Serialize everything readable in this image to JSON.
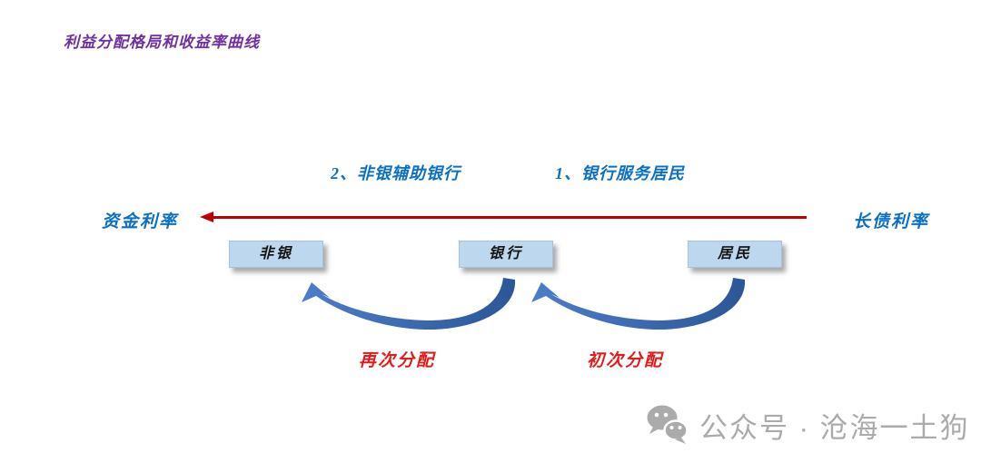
{
  "title": "利益分配格局和收益率曲线",
  "diagram": {
    "step_labels": [
      {
        "order": "2",
        "label": "2、非银辅助银行"
      },
      {
        "order": "1",
        "label": "1、银行服务居民"
      }
    ],
    "axis": {
      "left_label": "资金利率",
      "right_label": "长债利率",
      "direction": "right-to-left"
    },
    "nodes": [
      {
        "label": "非银"
      },
      {
        "label": "银行"
      },
      {
        "label": "居民"
      }
    ],
    "flows": [
      {
        "from": "银行",
        "to": "非银",
        "label": "再次分配"
      },
      {
        "from": "居民",
        "to": "银行",
        "label": "初次分配"
      }
    ]
  },
  "watermark": {
    "icon": "wechat-icon",
    "text": "公众号 · 沧海一土狗"
  },
  "colors": {
    "title_purple": "#7030A0",
    "accent_blue": "#0B6FC2",
    "axis_red": "#C00000",
    "flow_label_red": "#E31B1B",
    "node_fill": "#BDD7EE",
    "arrow_gradient_dark": "#2B5797",
    "arrow_gradient_light": "#4E7DC9",
    "watermark_gray": "#ABABAB"
  }
}
